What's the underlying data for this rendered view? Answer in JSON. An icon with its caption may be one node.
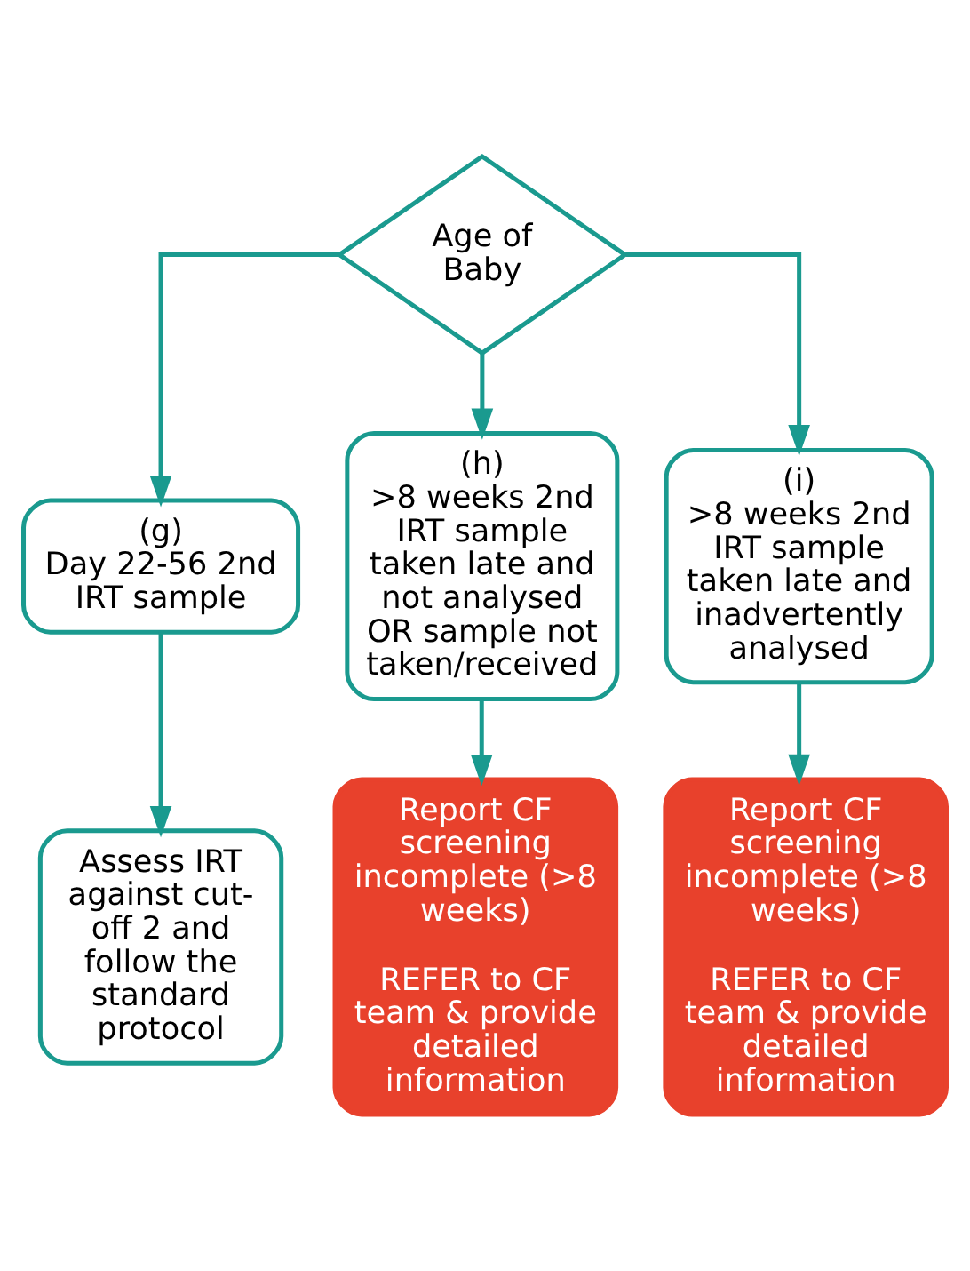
{
  "diagram": {
    "nodes": [
      {
        "text": [
          "Age of Baby"
        ]
      },
      {
        "text": [
          "(g)",
          "Day 22-56 2nd IRT sample"
        ]
      },
      {
        "text": [
          "(h)",
          ">8 weeks 2nd IRT sample taken late and not analysed OR sample not taken/received"
        ]
      },
      {
        "text": [
          "(i)",
          ">8 weeks 2nd IRT sample taken late and inadvertently analysed"
        ]
      },
      {
        "text": [
          "Assess IRT against cut-off 2 and follow the standard protocol"
        ]
      },
      {
        "text": [
          "Report CF screening incomplete (>8 weeks)",
          "REFER to CF team & provide detailed information"
        ]
      },
      {
        "text": [
          "Report CF screening incomplete (>8 weeks)",
          "REFER to CF team & provide detailed information"
        ]
      }
    ],
    "edges": [
      {
        "from": 0,
        "to": 1,
        "arrow": "to"
      },
      {
        "from": 0,
        "to": 2,
        "arrow": "to"
      },
      {
        "from": 0,
        "to": 3,
        "arrow": "to"
      },
      {
        "from": 1,
        "to": 4,
        "arrow": "to"
      },
      {
        "from": 2,
        "to": 5,
        "arrow": "to"
      },
      {
        "from": 3,
        "to": 6,
        "arrow": "to"
      }
    ]
  }
}
